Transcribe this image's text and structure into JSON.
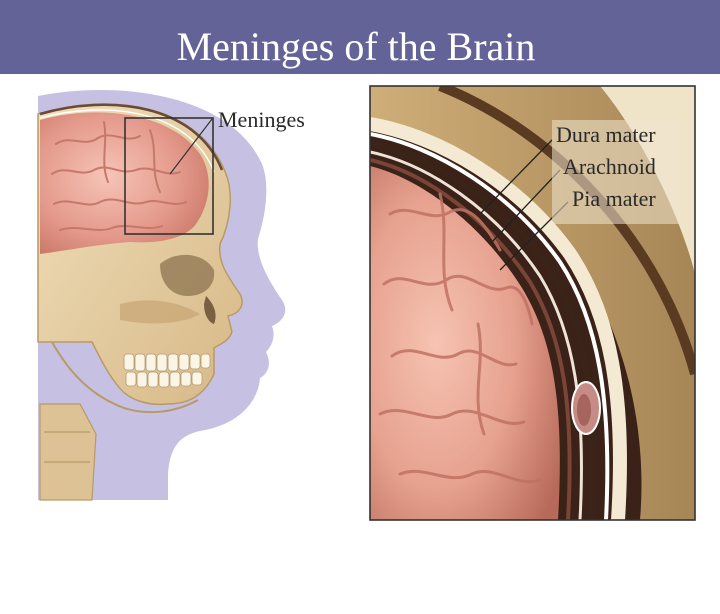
{
  "slide": {
    "title": "Meninges of the Brain"
  },
  "labels": {
    "meninges": "Meninges",
    "dura_mater": "Dura mater",
    "arachnoid": "Arachnoid",
    "pia_mater": "Pia mater"
  },
  "colors": {
    "title_bar": "#636398",
    "title_text": "#ffffff",
    "head_shadow": "#c4c0e2",
    "skull": "#e8d2a8",
    "brain": "#e8a898",
    "inset_brain": "#e7a496",
    "inset_bone": "#d9c08f",
    "label_text": "#2a2a2a"
  }
}
